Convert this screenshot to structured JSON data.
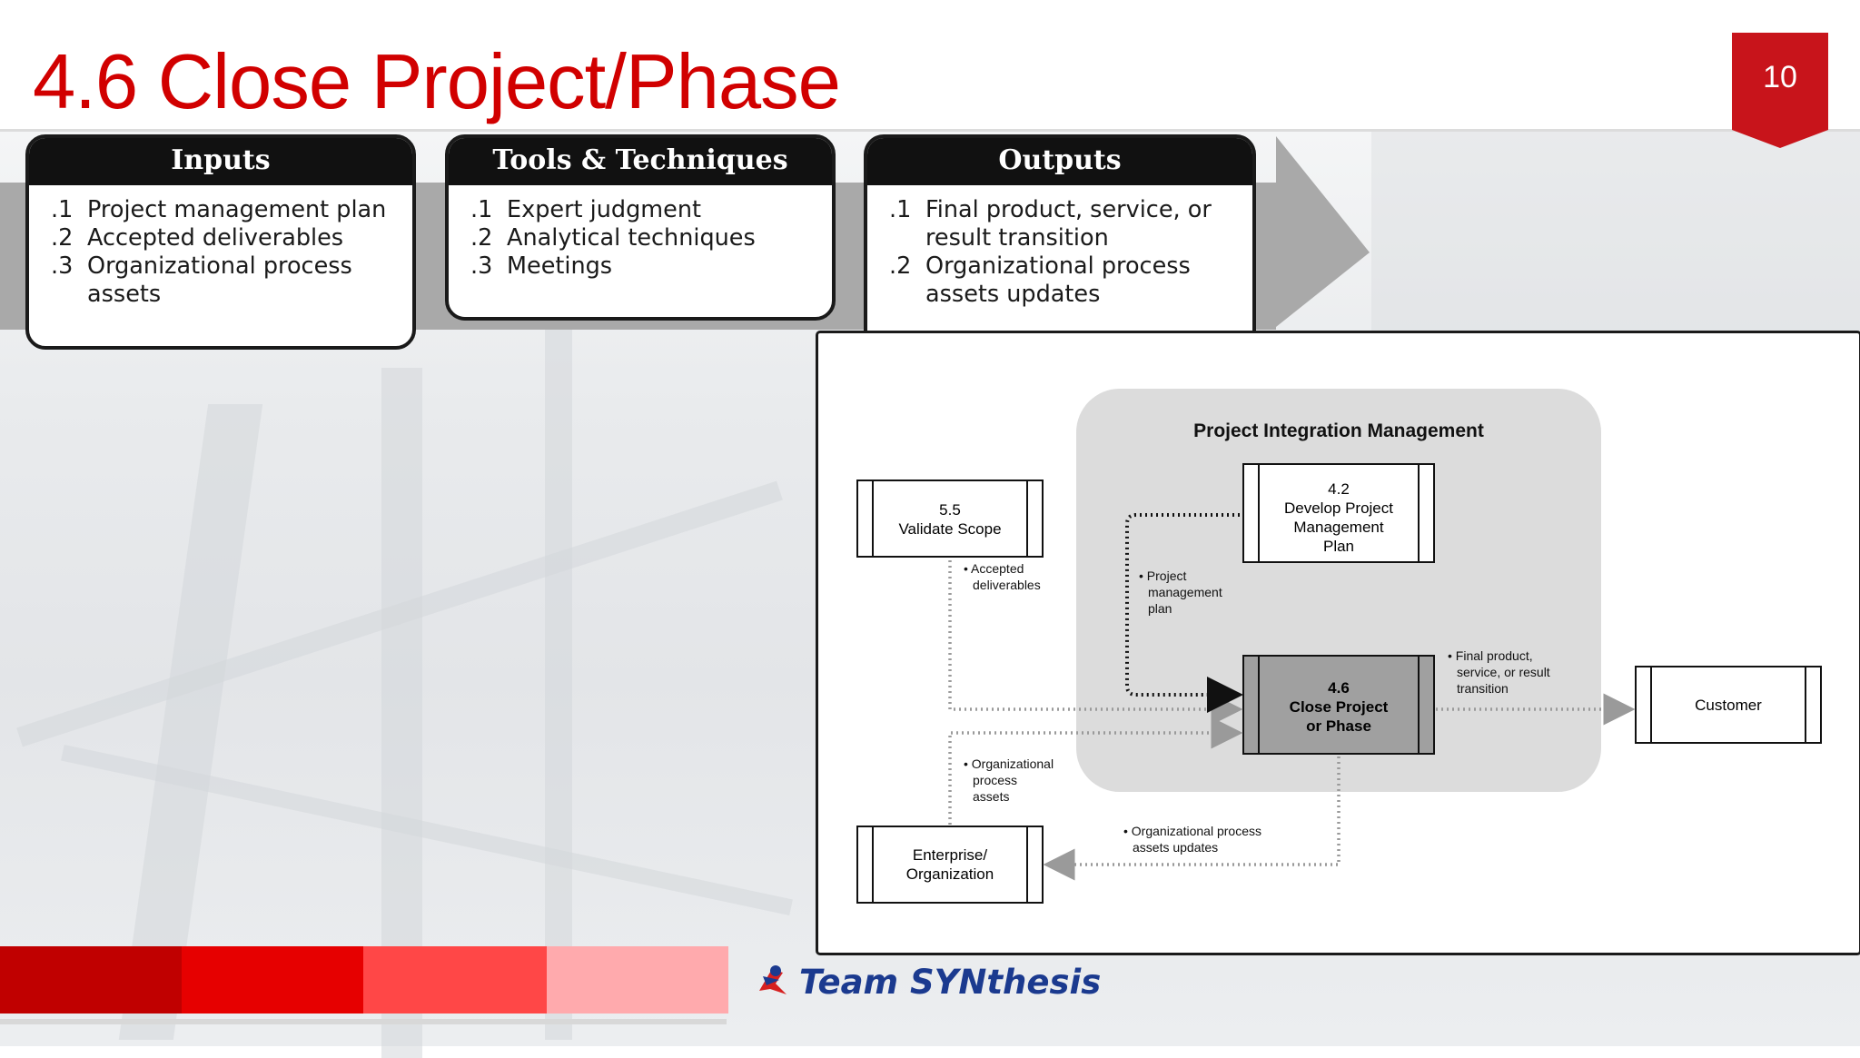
{
  "slide": {
    "title": "4.6 Close Project/Phase",
    "page_number": "10"
  },
  "ito": {
    "inputs": {
      "header": "Inputs",
      "items": [
        {
          "num": ".1",
          "text": "Project management plan"
        },
        {
          "num": ".2",
          "text": "Accepted deliverables"
        },
        {
          "num": ".3",
          "text": "Organizational process assets"
        }
      ]
    },
    "tools": {
      "header": "Tools & Techniques",
      "items": [
        {
          "num": ".1",
          "text": "Expert judgment"
        },
        {
          "num": ".2",
          "text": "Analytical techniques"
        },
        {
          "num": ".3",
          "text": "Meetings"
        }
      ]
    },
    "outputs": {
      "header": "Outputs",
      "items": [
        {
          "num": ".1",
          "text": "Final product, service, or result transition"
        },
        {
          "num": ".2",
          "text": "Organizational process assets updates"
        }
      ]
    }
  },
  "diagram": {
    "group_title": "Project Integration Management",
    "nodes": {
      "validate_scope": [
        "5.5",
        "Validate Scope"
      ],
      "develop_pm_plan": [
        "4.2",
        "Develop Project",
        "Management",
        "Plan"
      ],
      "close_project": [
        "4.6",
        "Close Project",
        "or Phase"
      ],
      "customer": [
        "Customer"
      ],
      "enterprise": [
        "Enterprise/",
        "Organization"
      ]
    },
    "flows": {
      "accepted_deliverables": [
        "• Accepted",
        "deliverables"
      ],
      "project_management_plan": [
        "• Project",
        "management",
        "plan"
      ],
      "final_product": [
        "• Final product,",
        "service, or result",
        "transition"
      ],
      "org_process_assets": [
        "• Organizational",
        "process",
        "assets"
      ],
      "opa_updates": [
        "• Organizational process",
        "assets updates"
      ]
    }
  },
  "footer": {
    "logo_text": "Team SYNthesis",
    "colors": [
      "#c00000",
      "#e60000",
      "#ff4747",
      "#ffaaad"
    ]
  },
  "colors": {
    "title": "#d10000",
    "badge": "#c8141b",
    "strip": "#a9a9a9",
    "group_bg": "#dcdcdc",
    "close_node_bg": "#a0a0a0"
  }
}
